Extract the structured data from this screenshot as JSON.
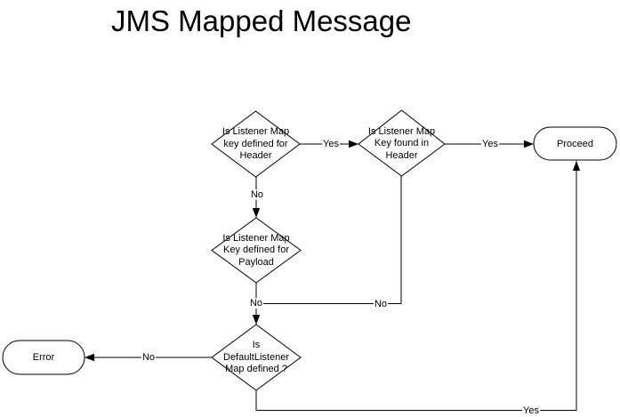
{
  "title": "JMS Mapped Message",
  "colors": {
    "stroke": "#000000",
    "fill": "#ffffff",
    "text": "#000000",
    "background": "#ffffff"
  },
  "nodes": {
    "d1": {
      "type": "decision",
      "text": "Is Listener Map\nkey defined for\nHeader"
    },
    "d2": {
      "type": "decision",
      "text": "Is Listener Map\nKey found in\nHeader"
    },
    "d3": {
      "type": "decision",
      "text": "Is Listener Map\nKey defined for\nPayload"
    },
    "d4": {
      "type": "decision",
      "text": "Is\nDefaultListener\nMap defined ?"
    },
    "proceed": {
      "type": "terminal",
      "text": "Proceed"
    },
    "error": {
      "type": "terminal",
      "text": "Error"
    }
  },
  "edges": {
    "d1_yes_d2": {
      "label": "Yes",
      "from": "d1",
      "to": "d2"
    },
    "d2_yes_proceed": {
      "label": "Yes",
      "from": "d2",
      "to": "proceed"
    },
    "d1_no_d3": {
      "label": "No",
      "from": "d1",
      "to": "d3"
    },
    "d3_no_d4": {
      "label": "No",
      "from": "d3",
      "to": "d4"
    },
    "d2_no_d4": {
      "label": "No",
      "from": "d2",
      "to": "d4"
    },
    "d4_no_error": {
      "label": "No",
      "from": "d4",
      "to": "error"
    },
    "d4_yes_proceed": {
      "label": "Yes",
      "from": "d4",
      "to": "proceed"
    }
  }
}
